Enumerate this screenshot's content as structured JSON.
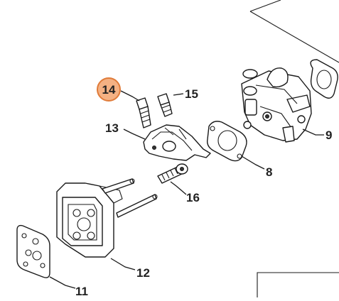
{
  "callouts": [
    {
      "id": "14",
      "label": "14",
      "highlighted": true
    },
    {
      "id": "15",
      "label": "15",
      "highlighted": false
    },
    {
      "id": "13",
      "label": "13",
      "highlighted": false
    },
    {
      "id": "9",
      "label": "9",
      "highlighted": false
    },
    {
      "id": "8",
      "label": "8",
      "highlighted": false
    },
    {
      "id": "16",
      "label": "16",
      "highlighted": false
    },
    {
      "id": "12",
      "label": "12",
      "highlighted": false
    },
    {
      "id": "11",
      "label": "11",
      "highlighted": false
    }
  ],
  "colors": {
    "highlight_fill": "#f4b183",
    "highlight_stroke": "#e07b39",
    "line": "#1a1a1a"
  }
}
